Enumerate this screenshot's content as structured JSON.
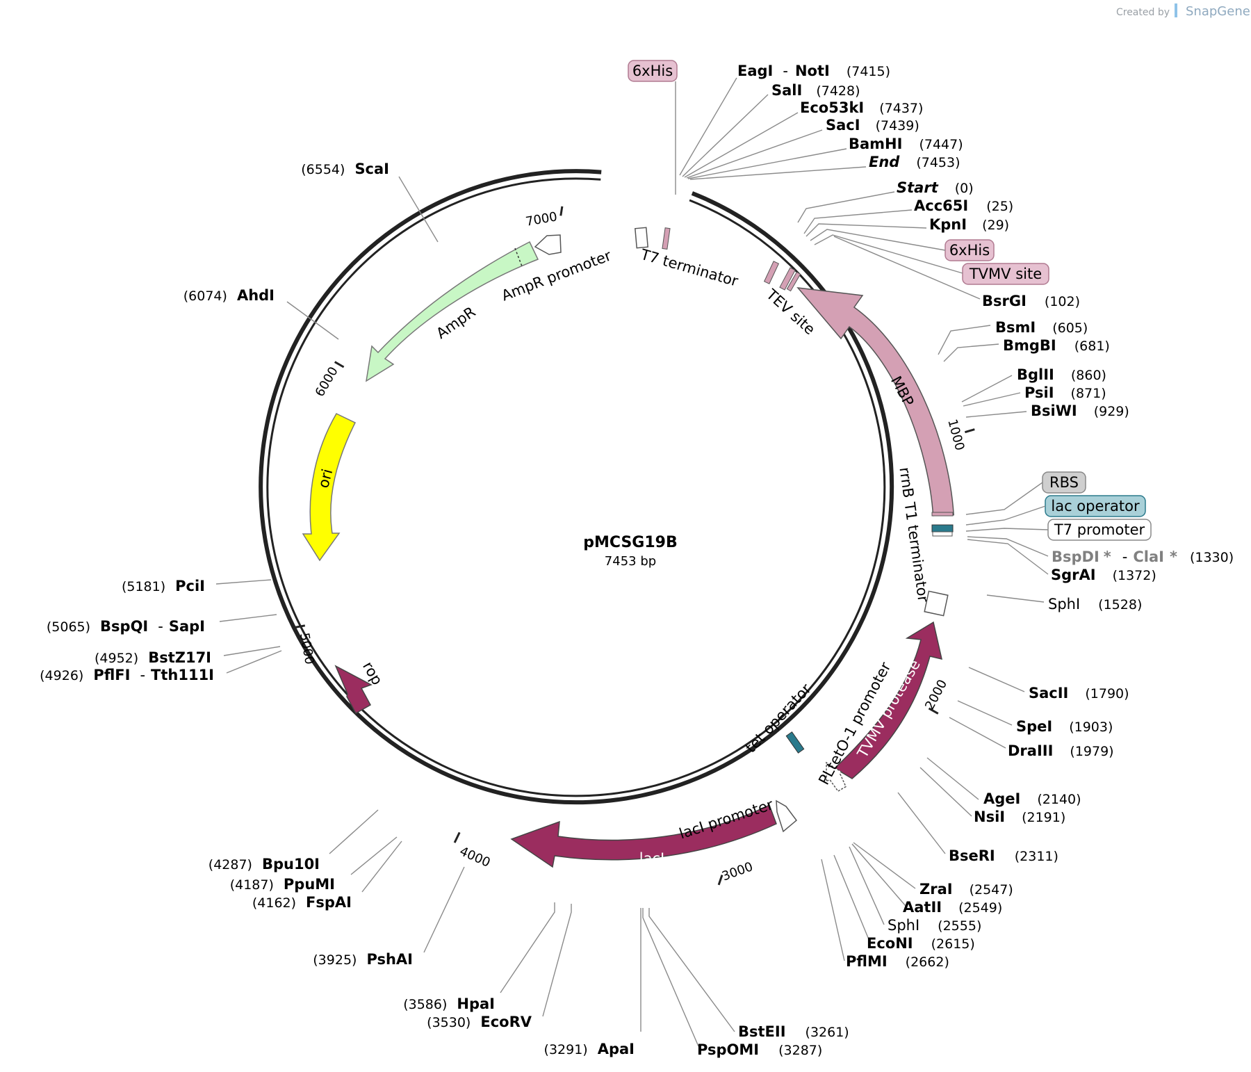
{
  "brand": {
    "created_by": "Created by",
    "app": "SnapGene"
  },
  "plasmid": {
    "name": "pMCSG19B",
    "size": "7453 bp",
    "length": 7453
  },
  "ticks": [
    "1000",
    "2000",
    "3000",
    "4000",
    "5000",
    "6000",
    "7000"
  ],
  "features": {
    "mbp": "MBP",
    "tvmv_protease": "TVMV protease",
    "laci": "lacI",
    "laci_promoter": "lacI promoter",
    "rop": "rop",
    "ori": "ori",
    "ampr": "AmpR",
    "ampr_promoter": "AmpR promoter",
    "t7_terminator": "T7 terminator",
    "tev_site": "TEV site",
    "rrnb_terminator": "rrnB T1 terminator",
    "pltet_promoter": "PLtetO-1 promoter",
    "tet_operator": "tet operator"
  },
  "boxed": {
    "his_top": "6xHis",
    "his_right": "6xHis",
    "tvmv_site": "TVMV site",
    "rbs": "RBS",
    "lac_operator": "lac operator",
    "t7_promoter": "T7 promoter"
  },
  "colors": {
    "backbone": "#222222",
    "mbp": "#d4a0b4",
    "purple": "#9b2d5f",
    "ampr": "#c8f7c5",
    "ori": "#ffff00",
    "pink_box": "#e6c1d1",
    "gray_box": "#cfcfcf",
    "teal_box": "#a9d0d8",
    "teal": "#2a7a8c"
  },
  "enzymes": {
    "eagi": "EagI",
    "noti": "NotI",
    "noti_pos": "(7415)",
    "sali": "SalI",
    "sali_pos": "(7428)",
    "eco53ki": "Eco53kI",
    "eco53ki_pos": "(7437)",
    "saci": "SacI",
    "saci_pos": "(7439)",
    "bamhi": "BamHI",
    "bamhi_pos": "(7447)",
    "end": "End",
    "end_pos": "(7453)",
    "start": "Start",
    "start_pos": "(0)",
    "acc65i": "Acc65I",
    "acc65i_pos": "(25)",
    "kpni": "KpnI",
    "kpni_pos": "(29)",
    "bsrgi": "BsrGI",
    "bsrgi_pos": "(102)",
    "bsmi": "BsmI",
    "bsmi_pos": "(605)",
    "bmgbi": "BmgBI",
    "bmgbi_pos": "(681)",
    "bglii": "BglII",
    "bglii_pos": "(860)",
    "psii": "PsiI",
    "psii_pos": "(871)",
    "bsiwi": "BsiWI",
    "bsiwi_pos": "(929)",
    "bspdi": "BspDI",
    "clai": "ClaI",
    "star": "*",
    "clai_pos": "(1330)",
    "sgrai": "SgrAI",
    "sgrai_pos": "(1372)",
    "sphi1": "SphI",
    "sphi1_pos": "(1528)",
    "sacii": "SacII",
    "sacii_pos": "(1790)",
    "spei": "SpeI",
    "spei_pos": "(1903)",
    "draiii": "DraIII",
    "draiii_pos": "(1979)",
    "agei": "AgeI",
    "agei_pos": "(2140)",
    "nsii": "NsiI",
    "nsii_pos": "(2191)",
    "bseri": "BseRI",
    "bseri_pos": "(2311)",
    "zrai": "ZraI",
    "zrai_pos": "(2547)",
    "aatii": "AatII",
    "aatii_pos": "(2549)",
    "sphi2": "SphI",
    "sphi2_pos": "(2555)",
    "econi": "EcoNI",
    "econi_pos": "(2615)",
    "pflmi": "PflMI",
    "pflmi_pos": "(2662)",
    "bsteii": "BstEII",
    "bsteii_pos": "(3261)",
    "pspomi": "PspOMI",
    "pspomi_pos": "(3287)",
    "apai": "ApaI",
    "apai_pos": "(3291)",
    "ecorv": "EcoRV",
    "ecorv_pos": "(3530)",
    "hpai": "HpaI",
    "hpai_pos": "(3586)",
    "pshai": "PshAI",
    "pshai_pos": "(3925)",
    "fspai": "FspAI",
    "fspai_pos": "(4162)",
    "ppumi": "PpuMI",
    "ppumi_pos": "(4187)",
    "bpu10i": "Bpu10I",
    "bpu10i_pos": "(4287)",
    "pflfi": "PflFI",
    "tth111i": "Tth111I",
    "pflfi_pos": "(4926)",
    "bstz17i": "BstZ17I",
    "bstz17i_pos": "(4952)",
    "bspqi": "BspQI",
    "sapi": "SapI",
    "bspqi_pos": "(5065)",
    "pcii": "PciI",
    "pcii_pos": "(5181)",
    "ahdi": "AhdI",
    "ahdi_pos": "(6074)",
    "scai": "ScaI",
    "scai_pos": "(6554)",
    "dash": "-"
  }
}
